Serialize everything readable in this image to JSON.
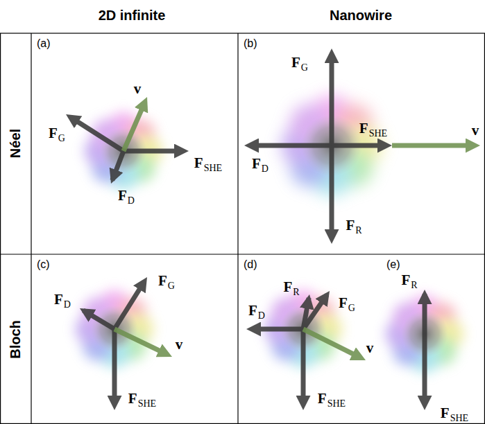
{
  "diagram": {
    "nodes": [
      {
        "text": [
          "(a)"
        ]
      },
      {
        "text": [
          "(b)"
        ]
      },
      {
        "text": [
          "(c)"
        ]
      },
      {
        "text": [
          "(d)",
          "(e)"
        ]
      }
    ],
    "labels": [
      "2D infinite",
      "Nanowire",
      "Néel",
      "Bloch",
      "F",
      "G",
      "v",
      "F",
      "SHE",
      "F",
      "D",
      "F",
      "G",
      "F",
      "SHE",
      "v",
      "F",
      "D",
      "F",
      "R",
      "F",
      "G",
      "F",
      "D",
      "v",
      "F",
      "SHE",
      "F",
      "R",
      "F",
      "G",
      "F",
      "D",
      "v",
      "F",
      "SHE",
      "F",
      "R",
      "F",
      "SHE"
    ]
  }
}
